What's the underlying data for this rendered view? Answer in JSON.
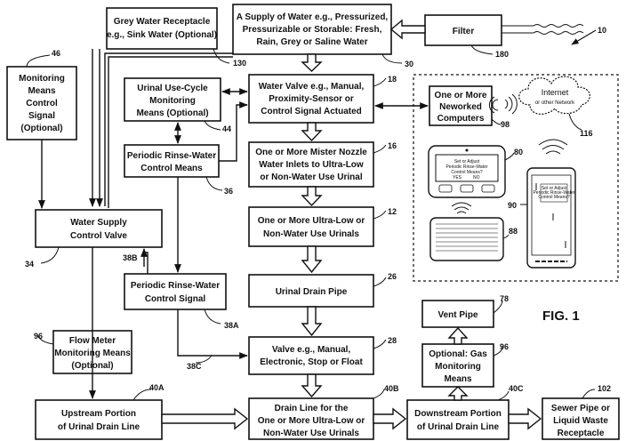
{
  "fig_label": "FIG. 1",
  "ref_main": "10",
  "boxes": {
    "supply": [
      "A Supply of Water e.g., Pressurized,",
      "Pressurizable or Storable: Fresh,",
      "Rain, Grey or Saline Water"
    ],
    "filter": [
      "Filter"
    ],
    "grey": [
      "Grey Water Receptacle",
      "e.g., Sink Water (Optional)"
    ],
    "monitor": [
      "Monitoring",
      "Means",
      "Control",
      "Signal",
      "(Optional)"
    ],
    "urinal_use": [
      "Urinal Use-Cycle",
      "Monitoring",
      "Means (Optional)"
    ],
    "water_valve": [
      "Water Valve e.g., Manual,",
      "Proximity-Sensor or",
      "Control Signal Actuated"
    ],
    "rinse_means": [
      "Periodic Rinse-Water",
      "Control Means"
    ],
    "mister": [
      "One or More Mister Nozzle",
      "Water Inlets to Ultra-Low",
      "or Non-Water Use Urinal"
    ],
    "wsc_valve": [
      "Water Supply",
      "Control Valve"
    ],
    "urinals": [
      "One or More Ultra-Low or",
      "Non-Water Use Urinals"
    ],
    "rinse_signal": [
      "Periodic Rinse-Water",
      "Control Signal"
    ],
    "drain_pipe": [
      "Urinal Drain Pipe"
    ],
    "flow_meter": [
      "Flow Meter",
      "Monitoring Means",
      "(Optional)"
    ],
    "valve_stop": [
      "Valve e.g., Manual,",
      "Electronic, Stop or Float"
    ],
    "vent": [
      "Vent Pipe"
    ],
    "gas": [
      "Optional: Gas",
      "Monitoring",
      "Means"
    ],
    "upstream": [
      "Upstream Portion",
      "of Urinal Drain Line"
    ],
    "drain_line": [
      "Drain Line for the",
      "One or More Ultra-Low or",
      "Non-Water Use Urinals"
    ],
    "downstream": [
      "Downstream Portion",
      "of Urinal Drain Line"
    ],
    "sewer": [
      "Sewer Pipe or",
      "Liquid Waste",
      "Receptacle"
    ],
    "computers": [
      "One or More",
      "Neworked",
      "Computers"
    ]
  },
  "network_cloud": [
    "Internet",
    "or other Network"
  ],
  "device_screen": [
    "Set or Adjust",
    "Periodic Rinse-Water",
    "Control Means?"
  ],
  "device_yes": "YES",
  "device_no": "NO",
  "refs": {
    "r46": "46",
    "r130": "130",
    "r30": "30",
    "r180": "180",
    "r18": "18",
    "r44": "44",
    "r36": "36",
    "r16": "16",
    "r34": "34",
    "r12": "12",
    "r38B": "38B",
    "r26": "26",
    "r38A": "38A",
    "r96a": "96",
    "r28": "28",
    "r38C": "38C",
    "r78": "78",
    "r96b": "96",
    "r40A": "40A",
    "r40B": "40B",
    "r40C": "40C",
    "r102": "102",
    "r98": "98",
    "r116": "116",
    "r80": "80",
    "r90": "90",
    "r88": "88"
  }
}
